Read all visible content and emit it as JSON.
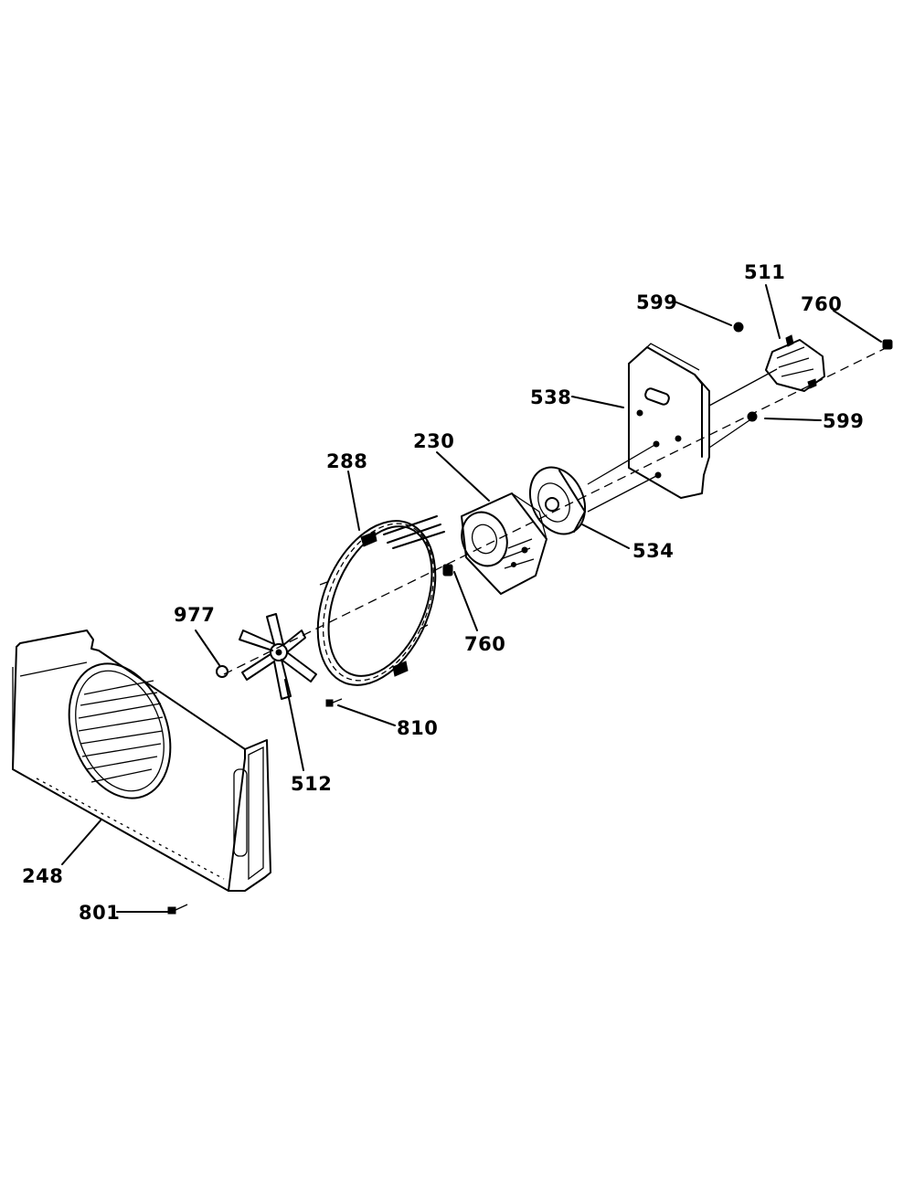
{
  "diagram": {
    "callouts": {
      "p511": "511",
      "p599a": "599",
      "p760a": "760",
      "p538": "538",
      "p599b": "599",
      "p288": "288",
      "p230": "230",
      "p534": "534",
      "p977": "977",
      "p760b": "760",
      "p810": "810",
      "p512": "512",
      "p248": "248",
      "p801": "801"
    },
    "line_color": "#000000",
    "background": "#ffffff"
  }
}
